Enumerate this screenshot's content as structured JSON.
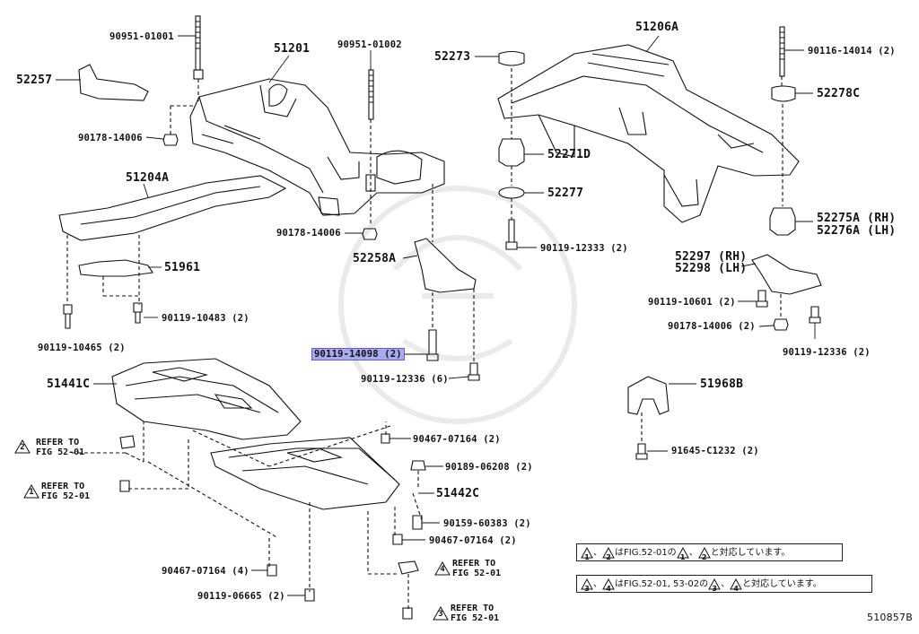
{
  "diagram": {
    "figure_code": "510857B",
    "highlight_part": "90119-14098 (2)",
    "labels": [
      {
        "id": "l01",
        "text": "90951-01001"
      },
      {
        "id": "l02",
        "text": "51201"
      },
      {
        "id": "l03",
        "text": "90951-01002"
      },
      {
        "id": "l04",
        "text": "52257"
      },
      {
        "id": "l05",
        "text": "90178-14006"
      },
      {
        "id": "l06",
        "text": "51204A"
      },
      {
        "id": "l07",
        "text": "90178-14006"
      },
      {
        "id": "l08",
        "text": "51961"
      },
      {
        "id": "l09",
        "text": "90119-10483 (2)"
      },
      {
        "id": "l10",
        "text": "90119-10465 (2)"
      },
      {
        "id": "l11",
        "text": "52258A"
      },
      {
        "id": "l12",
        "text": "90119-12336 (6)"
      },
      {
        "id": "l13",
        "text": "51441C"
      },
      {
        "id": "l14",
        "text": "90467-07164 (2)"
      },
      {
        "id": "l15",
        "text": "90189-06208 (2)"
      },
      {
        "id": "l16",
        "text": "51442C"
      },
      {
        "id": "l17",
        "text": "90159-60383 (2)"
      },
      {
        "id": "l18",
        "text": "90467-07164 (2)"
      },
      {
        "id": "l19",
        "text": "90467-07164 (4)"
      },
      {
        "id": "l20",
        "text": "90119-06665 (2)"
      },
      {
        "id": "l21",
        "text": "52273"
      },
      {
        "id": "l22",
        "text": "51206A"
      },
      {
        "id": "l23",
        "text": "90116-14014 (2)"
      },
      {
        "id": "l24",
        "text": "52278C"
      },
      {
        "id": "l25",
        "text": "52271D"
      },
      {
        "id": "l26",
        "text": "52277"
      },
      {
        "id": "l27",
        "text": "52275A (RH)"
      },
      {
        "id": "l28",
        "text": "52276A (LH)"
      },
      {
        "id": "l29",
        "text": "90119-12333 (2)"
      },
      {
        "id": "l30",
        "text": "52297 (RH)"
      },
      {
        "id": "l31",
        "text": "52298 (LH)"
      },
      {
        "id": "l32",
        "text": "90119-10601 (2)"
      },
      {
        "id": "l33",
        "text": "90178-14006 (2)"
      },
      {
        "id": "l34",
        "text": "90119-12336 (2)"
      },
      {
        "id": "l35",
        "text": "51968B"
      },
      {
        "id": "l36",
        "text": "91645-C1232 (2)"
      }
    ],
    "refer_notes": [
      {
        "num": "2",
        "line1": "REFER TO",
        "line2": "FIG 52-01"
      },
      {
        "num": "1",
        "line1": "REFER TO",
        "line2": "FIG 52-01"
      },
      {
        "num": "4",
        "line1": "REFER TO",
        "line2": "FIG 52-01"
      },
      {
        "num": "3",
        "line1": "REFER TO",
        "line2": "FIG 52-01"
      }
    ],
    "notes": [
      {
        "a": "1",
        "b": "2",
        "text1": "はFIG.52-01の",
        "text2": "と対応しています。",
        "sep": "、"
      },
      {
        "a": "3",
        "b": "4",
        "text1": "はFIG.52-01, 53-02の",
        "text2": "と対応しています。",
        "sep": "、"
      }
    ]
  }
}
